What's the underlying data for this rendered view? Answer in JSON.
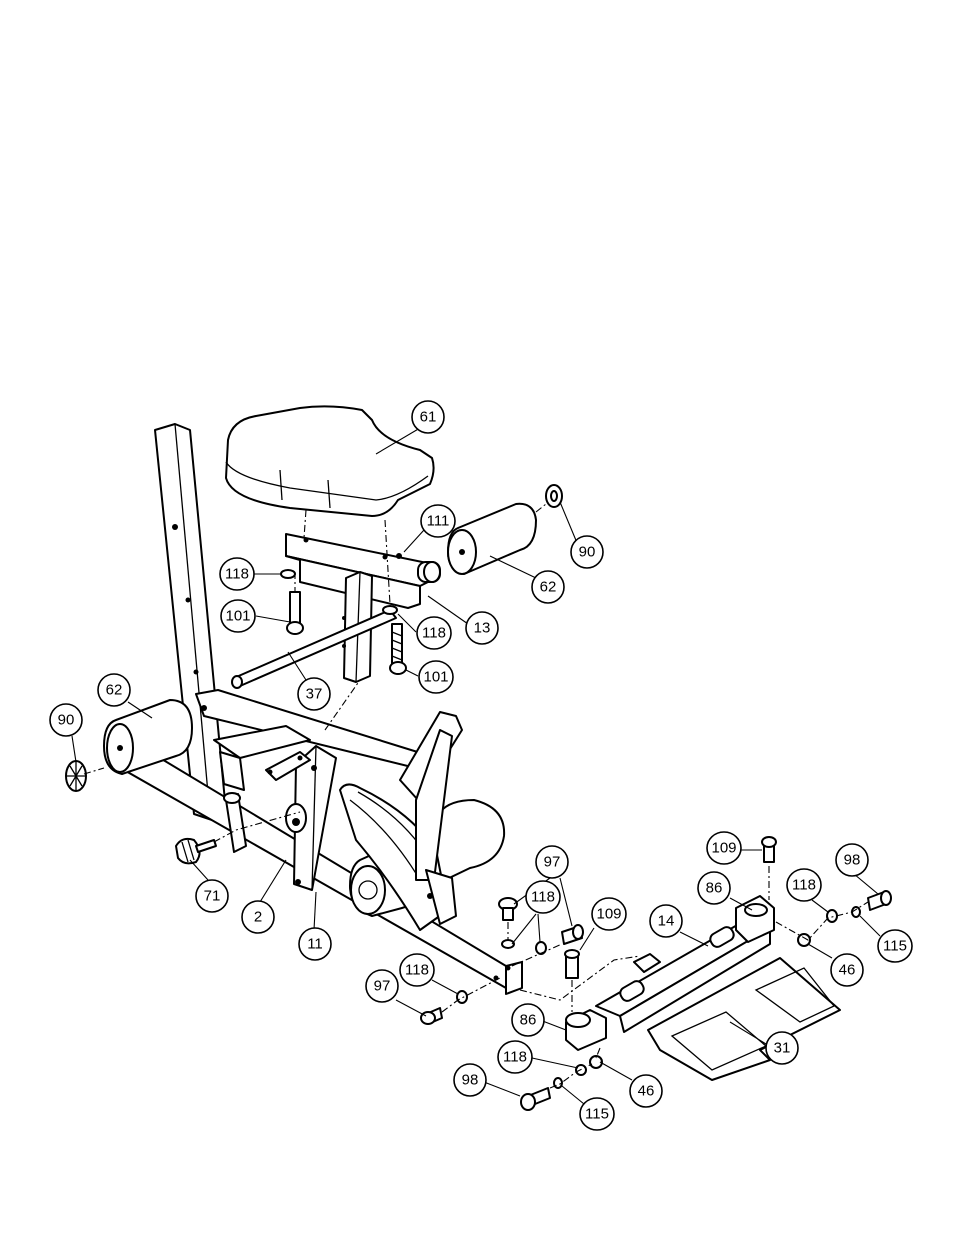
{
  "callouts": [
    {
      "id": "c61a",
      "label": "61"
    },
    {
      "id": "c111",
      "label": "111"
    },
    {
      "id": "c90a",
      "label": "90"
    },
    {
      "id": "c62a",
      "label": "62"
    },
    {
      "id": "c13",
      "label": "13"
    },
    {
      "id": "c118a",
      "label": "118"
    },
    {
      "id": "c101a",
      "label": "101"
    },
    {
      "id": "c118b",
      "label": "118"
    },
    {
      "id": "c101b",
      "label": "101"
    },
    {
      "id": "c37",
      "label": "37"
    },
    {
      "id": "c62b",
      "label": "62"
    },
    {
      "id": "c90b",
      "label": "90"
    },
    {
      "id": "c71",
      "label": "71"
    },
    {
      "id": "c2",
      "label": "2"
    },
    {
      "id": "c11",
      "label": "11"
    },
    {
      "id": "c97a",
      "label": "97"
    },
    {
      "id": "c118c",
      "label": "118"
    },
    {
      "id": "c109a",
      "label": "109"
    },
    {
      "id": "c14",
      "label": "14"
    },
    {
      "id": "c86a",
      "label": "86"
    },
    {
      "id": "c109b",
      "label": "109"
    },
    {
      "id": "c118d",
      "label": "118"
    },
    {
      "id": "c98a",
      "label": "98"
    },
    {
      "id": "c115a",
      "label": "115"
    },
    {
      "id": "c46a",
      "label": "46"
    },
    {
      "id": "c118e",
      "label": "118"
    },
    {
      "id": "c97b",
      "label": "97"
    },
    {
      "id": "c86b",
      "label": "86"
    },
    {
      "id": "c31",
      "label": "31"
    },
    {
      "id": "c118f",
      "label": "118"
    },
    {
      "id": "c46b",
      "label": "46"
    },
    {
      "id": "c98b",
      "label": "98"
    },
    {
      "id": "c115b",
      "label": "115"
    }
  ]
}
